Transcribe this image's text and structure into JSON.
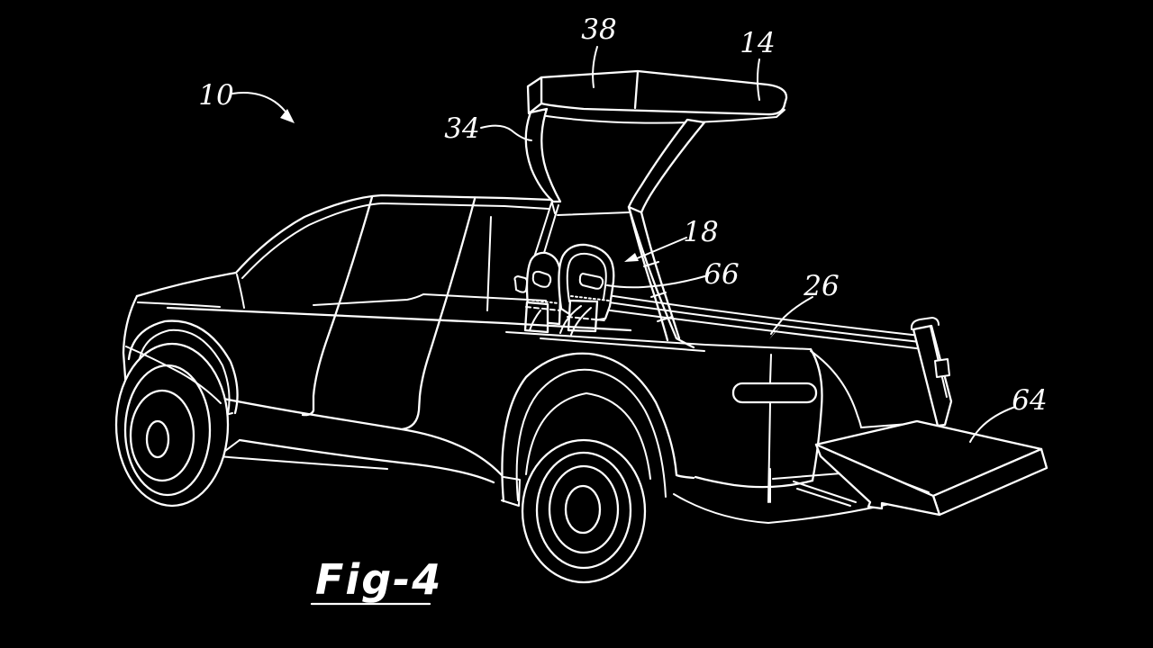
{
  "figure": {
    "caption": "Fig-4",
    "colors": {
      "background": "#000000",
      "line": "#ffffff"
    },
    "labels": [
      {
        "text": "10"
      },
      {
        "text": "38"
      },
      {
        "text": "14"
      },
      {
        "text": "34"
      },
      {
        "text": "18"
      },
      {
        "text": "66"
      },
      {
        "text": "26"
      },
      {
        "text": "64"
      }
    ]
  }
}
